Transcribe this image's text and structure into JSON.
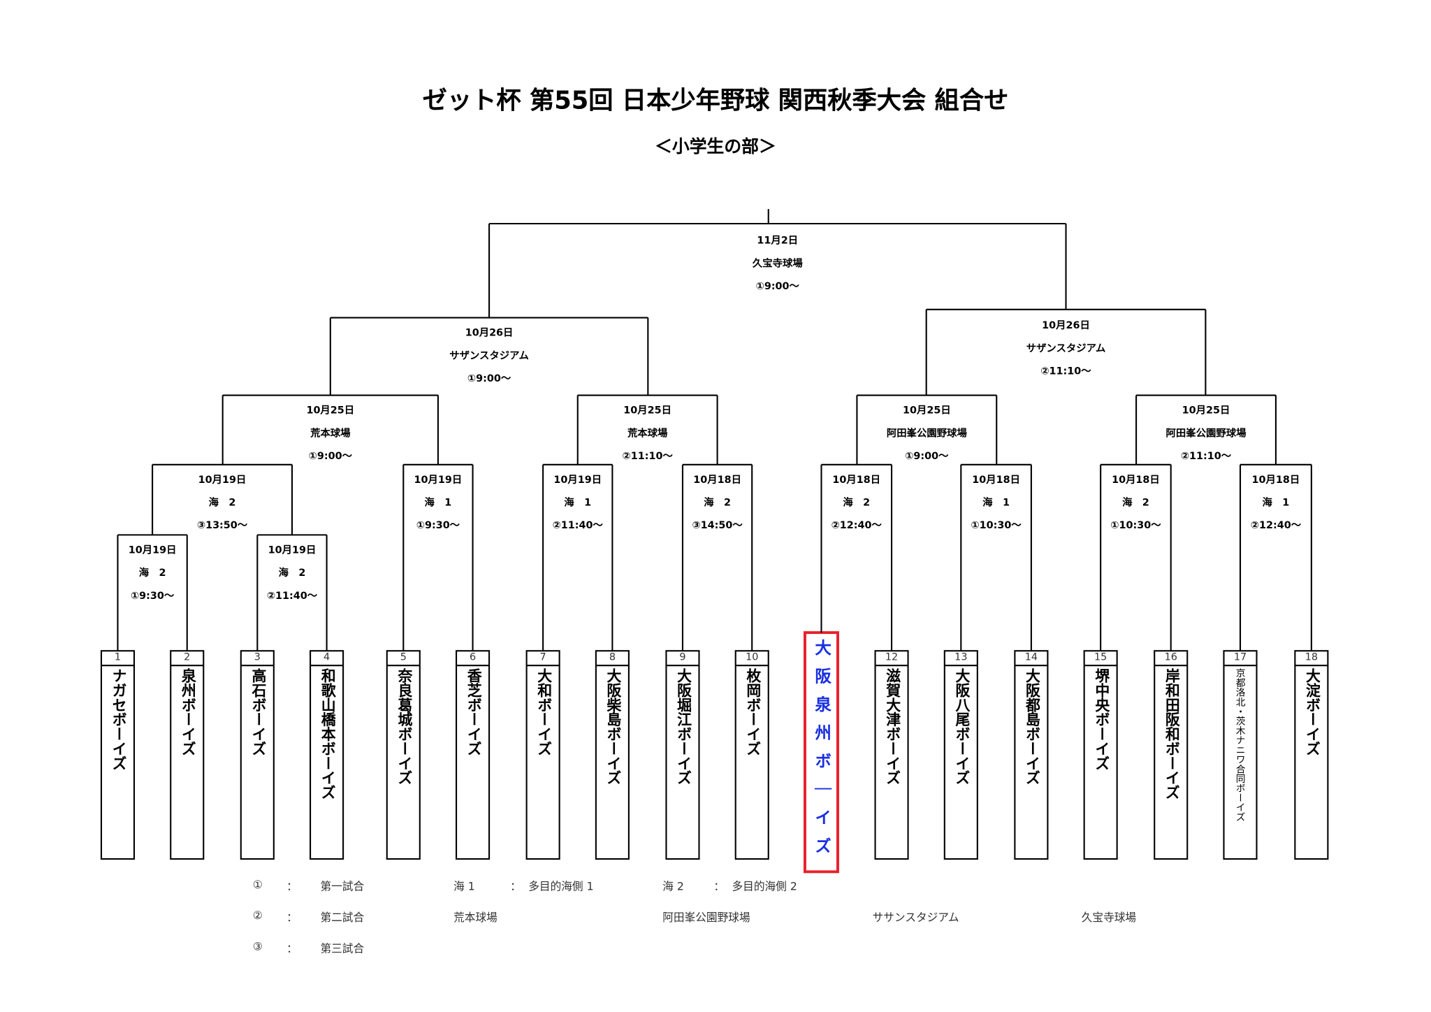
{
  "title": "ゼット杯 第55回 日本少年野球 関西秋季大会 組合せ",
  "subtitle": "＜小学生の部＞",
  "colors": {
    "highlight_text": "#1a2fe0",
    "highlight_border": "#e8202a",
    "line": "#000000"
  },
  "teams": [
    {
      "no": "1",
      "name": "ナガセボーイズ"
    },
    {
      "no": "2",
      "name": "泉州ボーイズ"
    },
    {
      "no": "3",
      "name": "高石ボーイズ"
    },
    {
      "no": "4",
      "name": "和歌山橋本ボーイズ"
    },
    {
      "no": "5",
      "name": "奈良葛城ボーイズ"
    },
    {
      "no": "6",
      "name": "香芝ボーイズ"
    },
    {
      "no": "7",
      "name": "大和ボーイズ"
    },
    {
      "no": "8",
      "name": "大阪柴島ボーイズ"
    },
    {
      "no": "9",
      "name": "大阪堀江ボーイズ"
    },
    {
      "no": "10",
      "name": "枚岡ボーイズ"
    },
    {
      "no": "",
      "name": "大阪泉州ボ｜イズ",
      "highlighted": true
    },
    {
      "no": "12",
      "name": "滋賀大津ボーイズ"
    },
    {
      "no": "13",
      "name": "大阪八尾ボーイズ"
    },
    {
      "no": "14",
      "name": "大阪都島ボーイズ"
    },
    {
      "no": "15",
      "name": "堺中央ボーイズ"
    },
    {
      "no": "16",
      "name": "岸和田阪和ボーイズ"
    },
    {
      "no": "17",
      "name": "京都洛北・茨木ナニワ合同ボーイズ"
    },
    {
      "no": "18",
      "name": "大淀ボーイズ"
    }
  ],
  "matches": [
    {
      "date": "10月19日",
      "venue": "海　2",
      "time": "①9:30～"
    },
    {
      "date": "10月19日",
      "venue": "海　2",
      "time": "②11:40～"
    },
    {
      "date": "10月19日",
      "venue": "海　2",
      "time": "③13:50～"
    },
    {
      "date": "10月19日",
      "venue": "海　1",
      "time": "①9:30～"
    },
    {
      "date": "10月25日",
      "venue": "荒本球場",
      "time": "①9:00～"
    },
    {
      "date": "10月19日",
      "venue": "海　1",
      "time": "②11:40～"
    },
    {
      "date": "10月18日",
      "venue": "海　2",
      "time": "③14:50～"
    },
    {
      "date": "10月25日",
      "venue": "荒本球場",
      "time": "②11:10～"
    },
    {
      "date": "10月26日",
      "venue": "サザンスタジアム",
      "time": "①9:00～"
    },
    {
      "date": "10月18日",
      "venue": "海　2",
      "time": "②12:40～"
    },
    {
      "date": "10月18日",
      "venue": "海　1",
      "time": "①10:30～"
    },
    {
      "date": "10月25日",
      "venue": "阿田峯公園野球場",
      "time": "①9:00～"
    },
    {
      "date": "10月18日",
      "venue": "海　2",
      "time": "①10:30～"
    },
    {
      "date": "10月18日",
      "venue": "海　1",
      "time": "②12:40～"
    },
    {
      "date": "10月25日",
      "venue": "阿田峯公園野球場",
      "time": "②11:10～"
    },
    {
      "date": "10月26日",
      "venue": "サザンスタジアム",
      "time": "②11:10～"
    },
    {
      "date": "11月2日",
      "venue": "久宝寺球場",
      "time": "①9:00～"
    }
  ],
  "legend": {
    "rows": [
      {
        "mark": "①",
        "colon": "：",
        "label": "第一試合",
        "a": "海 1",
        "a_colon": "：",
        "a_desc": "多目的海側 1",
        "b": "海 2",
        "b_colon": "：",
        "b_desc": "多目的海側 2"
      },
      {
        "mark": "②",
        "colon": "：",
        "label": "第二試合",
        "v1": "荒本球場",
        "v2": "阿田峯公園野球場",
        "v3": "ササンスタジアム",
        "v4": "久宝寺球場"
      },
      {
        "mark": "③",
        "colon": "：",
        "label": "第三試合"
      }
    ]
  }
}
